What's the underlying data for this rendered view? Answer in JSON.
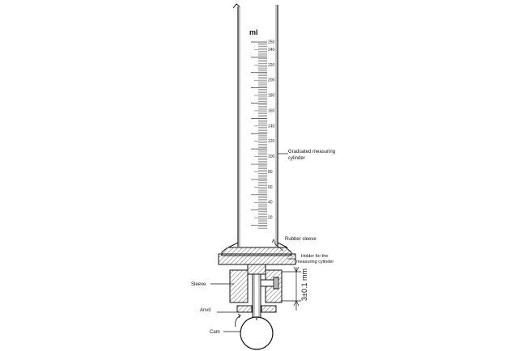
{
  "diagram": {
    "unit_label": "ml",
    "scale_labels": [
      "250",
      "240",
      "220",
      "200",
      "180",
      "160",
      "140",
      "120",
      "100",
      "80",
      "60",
      "40",
      "20"
    ],
    "labels": {
      "cylinder_line1": "Graduated measuring",
      "cylinder_line2": "cylinder",
      "rubber_sleeve": "Rubber sleeve",
      "holder_line1": "Holder for the",
      "holder_line2": "measuring cylinder",
      "sleeve": "Sleeve",
      "anvil": "Anvil",
      "cam": "Cam",
      "dimension": "3±0.1 mm"
    }
  }
}
